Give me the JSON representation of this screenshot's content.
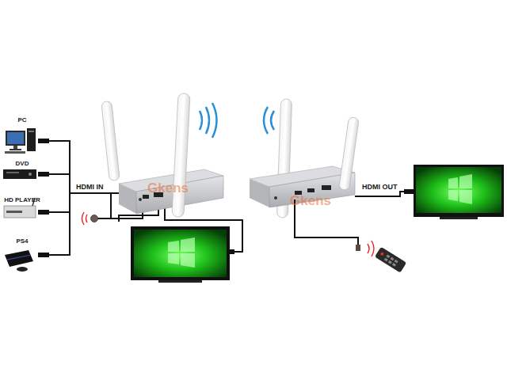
{
  "diagram": {
    "nodes": [
      {
        "text": [
          "PC"
        ]
      },
      {
        "text": [
          "DVD"
        ]
      },
      {
        "text": [
          "HD PLAYER"
        ]
      },
      {
        "text": [
          "PS4"
        ]
      }
    ],
    "labels": [
      "HDMI IN",
      "HDMI OUT",
      "Gkens",
      "Gkens"
    ]
  }
}
